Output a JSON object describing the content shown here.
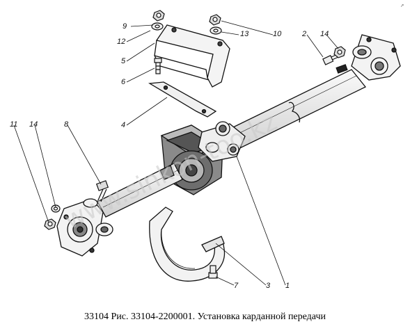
{
  "caption": "33104 Рис. 33104-2200001. Установка карданной передачи",
  "watermark": "www.sinkon-too.kz",
  "corner_mark": "↗",
  "callouts": [
    "1",
    "2",
    "3",
    "4",
    "5",
    "6",
    "7",
    "8",
    "9",
    "10",
    "11",
    "12",
    "13",
    "14",
    "14"
  ]
}
